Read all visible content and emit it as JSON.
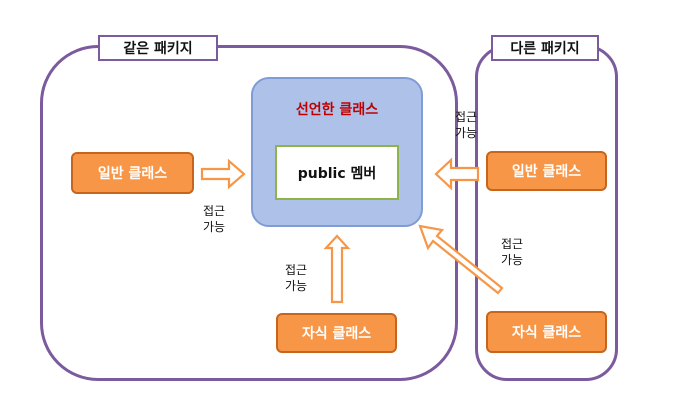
{
  "groups": {
    "same_package": {
      "label": "같은 패키지"
    },
    "other_package": {
      "label": "다른 패키지"
    }
  },
  "declared_class": {
    "title": "선언한 클래스",
    "member": "public 멤버"
  },
  "classes": {
    "same_general": "일반 클래스",
    "same_sub": "자식 클래스",
    "other_general": "일반 클래스",
    "other_sub": "자식 클래스"
  },
  "access": {
    "same_general": {
      "line1": "접근",
      "line2": "가능"
    },
    "same_sub": {
      "line1": "접근",
      "line2": "가능"
    },
    "other_general": {
      "line1": "접근",
      "line2": "가능"
    },
    "other_sub": {
      "line1": "접근",
      "line2": "가능"
    }
  },
  "colors": {
    "group_border": "#7b5a9e",
    "declared_fill": "#aec1e9",
    "declared_title": "#c00000",
    "member_border": "#8cb44a",
    "class_fill": "#f79646",
    "arrow_stroke": "#f79646"
  }
}
